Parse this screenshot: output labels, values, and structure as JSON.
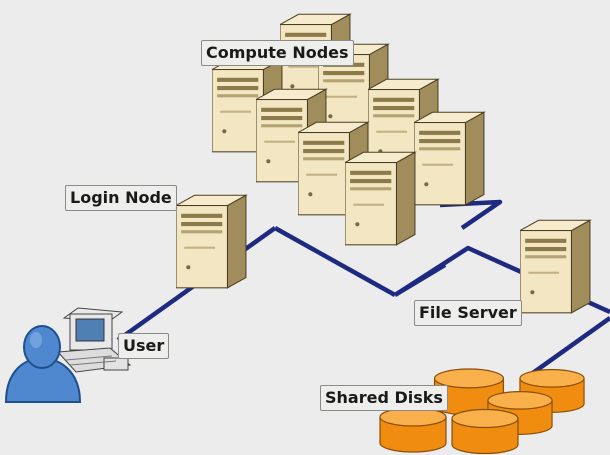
{
  "labels": {
    "compute_nodes": "Compute Nodes",
    "login_node": "Login Node",
    "user": "User",
    "file_server": "File Server",
    "shared_disks": "Shared Disks"
  },
  "colors": {
    "background": "#ececec",
    "network_line": "#1d2a80",
    "server_light": "#f2e7c2",
    "server_mid": "#dcc998",
    "server_dark": "#a18d5b",
    "disk_orange": "#f59a1d",
    "user_blue": "#4f88cf"
  },
  "icons": [
    "server-icon",
    "disk-icon",
    "user-icon",
    "workstation-icon"
  ]
}
